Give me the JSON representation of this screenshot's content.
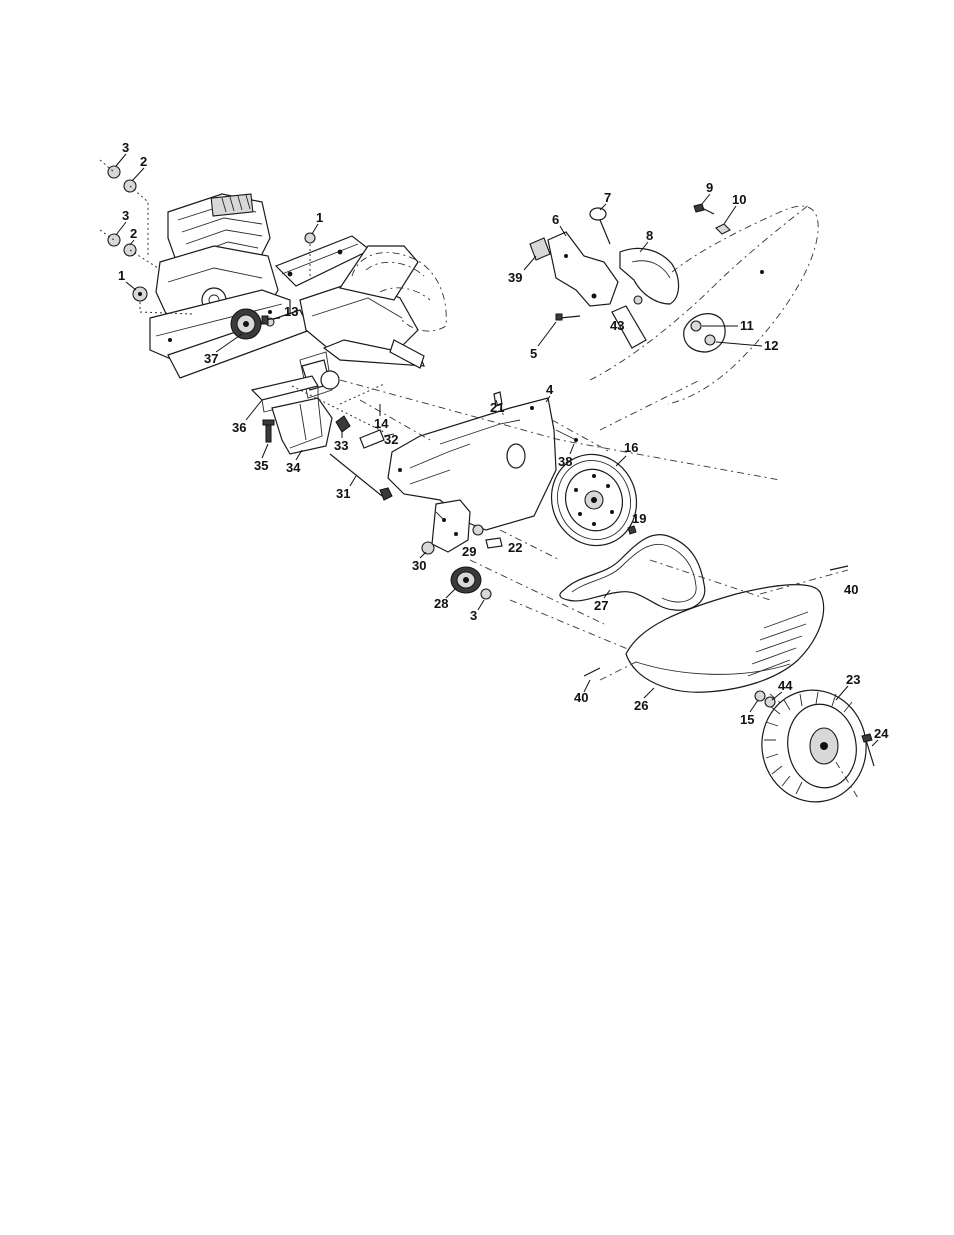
{
  "callouts": [
    "3",
    "2",
    "3",
    "2",
    "1",
    "1",
    "13",
    "37",
    "36",
    "35",
    "34",
    "33",
    "32",
    "31",
    "14",
    "21",
    "4",
    "38",
    "16",
    "19",
    "22",
    "29",
    "30",
    "28",
    "3",
    "27",
    "40",
    "40",
    "26",
    "44",
    "15",
    "23",
    "24",
    "7",
    "6",
    "39",
    "8",
    "9",
    "10",
    "5",
    "43",
    "11",
    "12"
  ]
}
